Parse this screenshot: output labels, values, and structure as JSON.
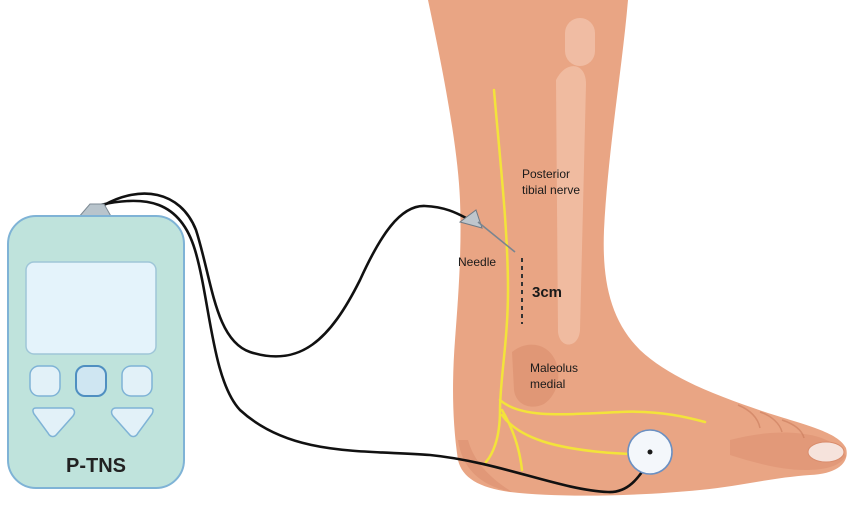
{
  "device": {
    "label": "P-TNS"
  },
  "labels": {
    "nerve_line1": "Posterior",
    "nerve_line2": "tibial nerve",
    "needle": "Needle",
    "distance": "3cm",
    "malleolus_line1": "Maleolus",
    "malleolus_line2": "medial"
  },
  "colors": {
    "skin": "#e9a584",
    "skin_shadow": "#d98c6c",
    "skin_highlight": "#f2c4ad",
    "nerve": "#f3e33a",
    "device_body": "#bfe3dc",
    "device_outline": "#7fb3d6",
    "device_screen": "#e4f3fb",
    "cable": "#111111"
  }
}
